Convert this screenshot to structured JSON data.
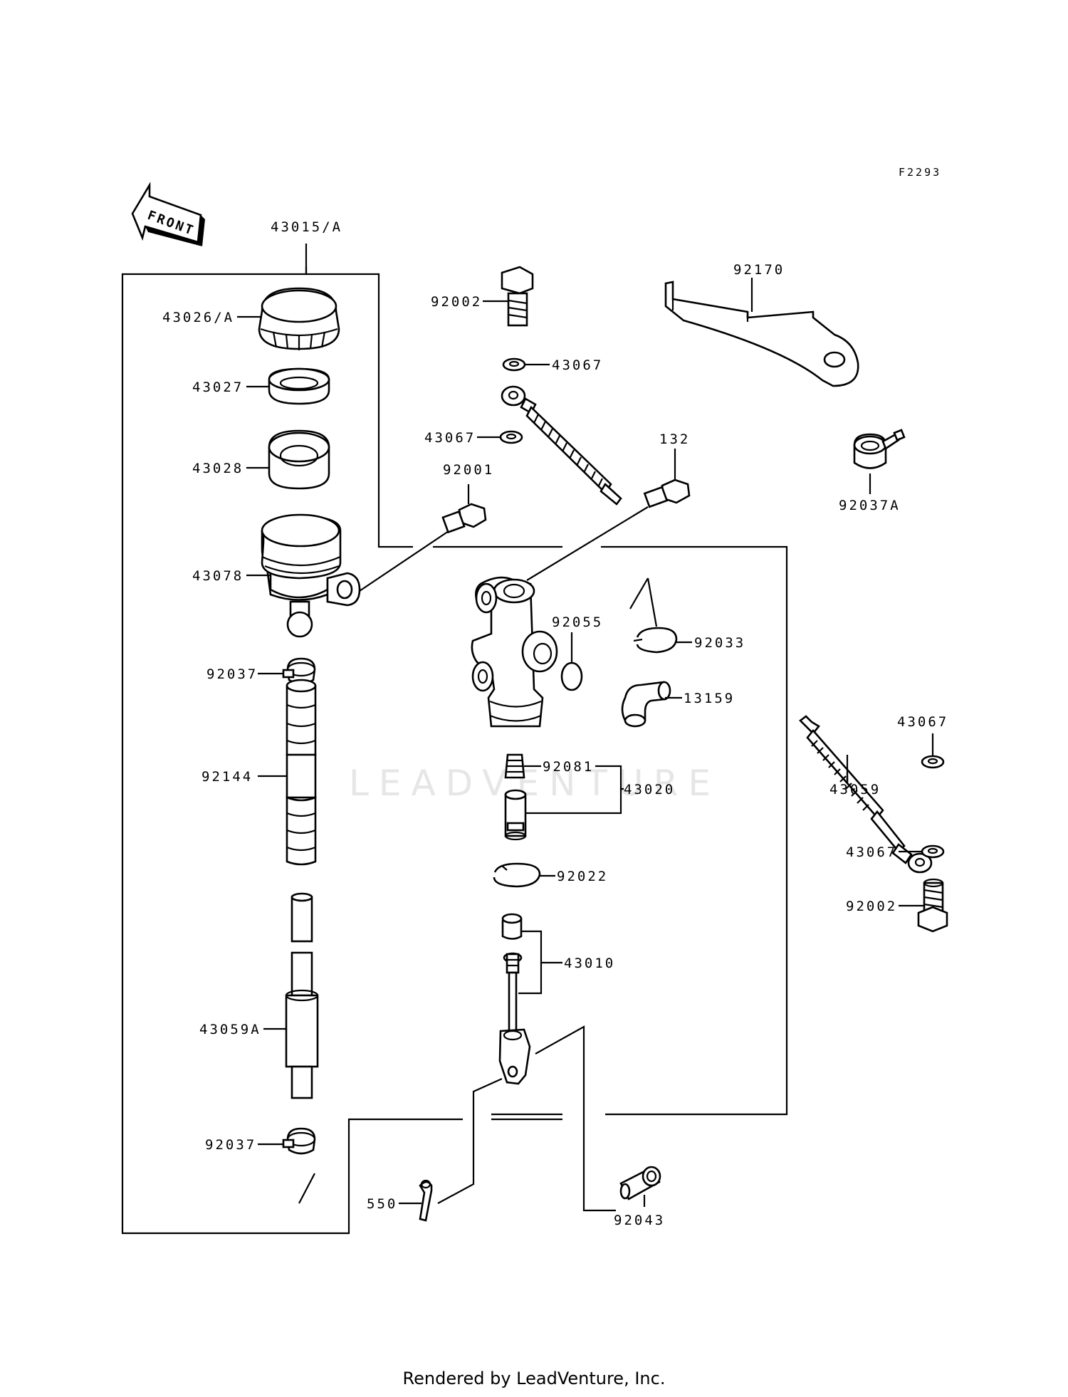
{
  "diagram_code": "F2293",
  "front_arrow_label": "FRONT",
  "watermark": "LEADVENTURE",
  "footer": "Rendered by LeadVenture, Inc.",
  "labels": {
    "p43015A": "43015/A",
    "p43026A": "43026/A",
    "p43027": "43027",
    "p43028": "43028",
    "p43078": "43078",
    "p92037_top": "92037",
    "p92144": "92144",
    "p43059A": "43059A",
    "p92037_bot": "92037",
    "p92002_top": "92002",
    "p43067_a": "43067",
    "p43067_b": "43067",
    "p92001": "92001",
    "p132": "132",
    "p92170": "92170",
    "p92037A": "92037A",
    "p92055": "92055",
    "p92033": "92033",
    "p13159": "13159",
    "p92081": "92081",
    "p43020": "43020",
    "p92022": "92022",
    "p43010": "43010",
    "p550": "550",
    "p92043": "92043",
    "p43067_c": "43067",
    "p43059": "43059",
    "p43067_d": "43067",
    "p92002_bot": "92002"
  }
}
